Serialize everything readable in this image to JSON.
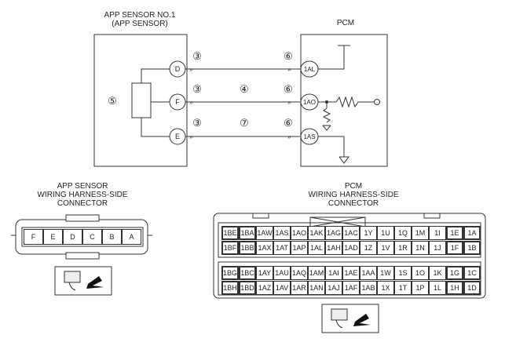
{
  "app_sensor": {
    "title_line1": "APP SENSOR NO.1",
    "title_line2": "(APP SENSOR)",
    "terminals": [
      "D",
      "F",
      "E"
    ],
    "element_marker": "⑤"
  },
  "pcm": {
    "title": "PCM",
    "terminals": [
      "1AL",
      "1AO",
      "1AS"
    ]
  },
  "wire_markers": {
    "left": [
      "③",
      "③",
      "③"
    ],
    "middle": [
      "④",
      "⑦"
    ],
    "right": [
      "⑥",
      "⑥",
      "⑥"
    ]
  },
  "app_connector": {
    "title_line1": "APP SENSOR",
    "title_line2": "WIRING HARNESS-SIDE",
    "title_line3": "CONNECTOR",
    "pins": [
      "F",
      "E",
      "D",
      "C",
      "B",
      "A"
    ]
  },
  "pcm_connector": {
    "title_line1": "PCM",
    "title_line2": "WIRING HARNESS-SIDE",
    "title_line3": "CONNECTOR",
    "rows": [
      [
        "1BE",
        "1BA",
        "1AW",
        "1AS",
        "1AO",
        "1AK",
        "1AG",
        "1AC",
        "1Y",
        "1U",
        "1Q",
        "1M",
        "1I",
        "1E",
        "1A"
      ],
      [
        "1BF",
        "1BB",
        "1AX",
        "1AT",
        "1AP",
        "1AL",
        "1AH",
        "1AD",
        "1Z",
        "1V",
        "1R",
        "1N",
        "1J",
        "1F",
        "1B"
      ],
      [
        "1BG",
        "1BC",
        "1AY",
        "1AU",
        "1AQ",
        "1AM",
        "1AI",
        "1AE",
        "1AA",
        "1W",
        "1S",
        "1O",
        "1K",
        "1G",
        "1C"
      ],
      [
        "1BH",
        "1BD",
        "1AZ",
        "1AV",
        "1AR",
        "1AN",
        "1AJ",
        "1AF",
        "1AB",
        "1X",
        "1T",
        "1P",
        "1L",
        "1H",
        "1D"
      ]
    ]
  }
}
